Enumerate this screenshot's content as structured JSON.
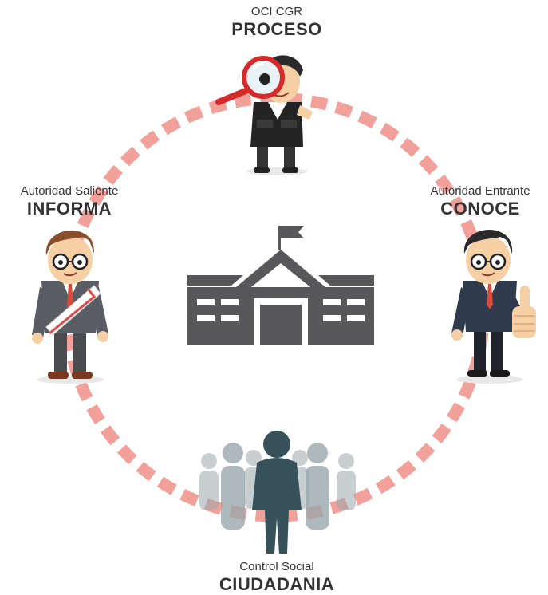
{
  "nodes": {
    "top": {
      "sub": "OCI CGR",
      "main": "PROCESO"
    },
    "left": {
      "sub": "Autoridad Saliente",
      "main": "INFORMA"
    },
    "right": {
      "sub": "Autoridad Entrante",
      "main": "CONOCE"
    },
    "bottom": {
      "sub": "Control Social",
      "main": "CIUDADANIA"
    }
  },
  "colors": {
    "ring": "#f2a09a",
    "building": "#58585a",
    "crowd": "#9aa8ad",
    "leader": "#37525a",
    "suit_dark": "#2f3a4c",
    "suit_gray": "#5a5d63",
    "skin": "#f6cfa4",
    "hair_brown": "#8a4f2a",
    "hair_black": "#2a2a2a",
    "magnifier": "#d62a2a",
    "sash": "#ffffff",
    "tie": "#d84a3a"
  },
  "icons": [
    "magnifier-icon",
    "school-building-icon",
    "flag-icon",
    "crowd-icon",
    "thumbs-up-icon"
  ]
}
